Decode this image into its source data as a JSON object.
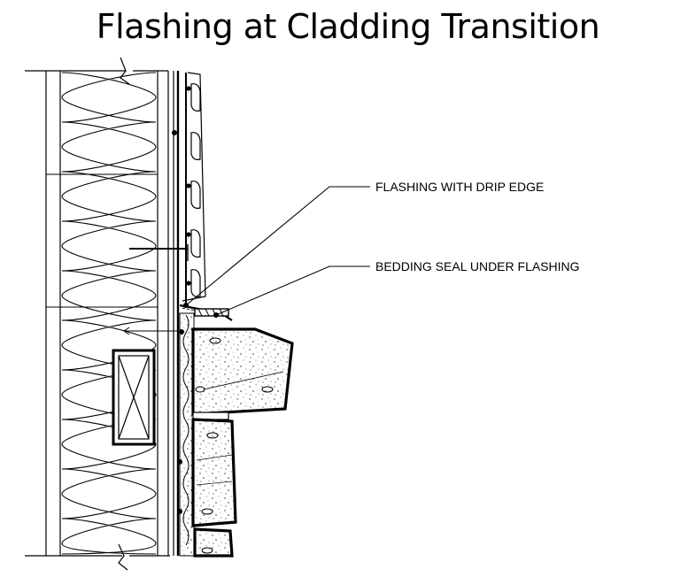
{
  "title": "Flashing at Cladding Transition",
  "callouts": [
    {
      "label": "FLASHING WITH DRIP EDGE"
    },
    {
      "label": "BEDDING SEAL UNDER FLASHING"
    }
  ]
}
